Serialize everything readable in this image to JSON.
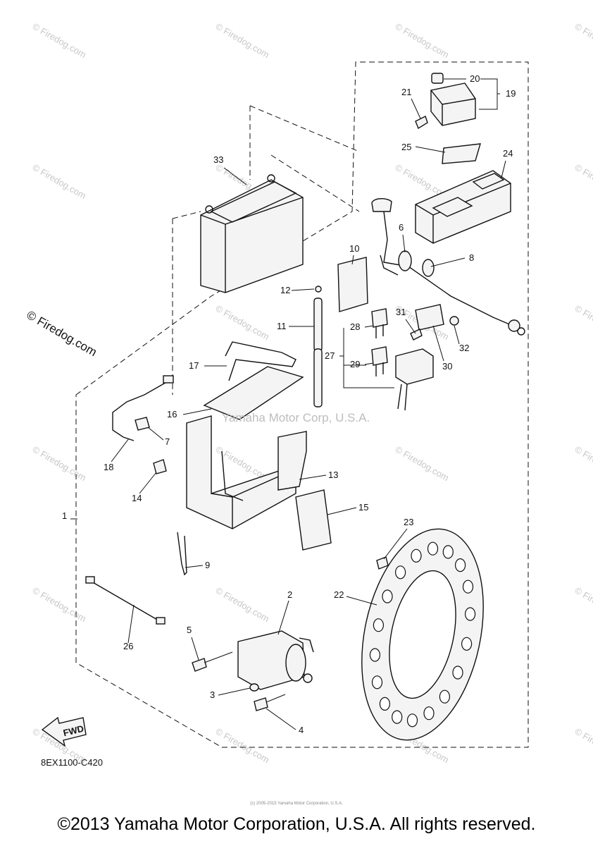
{
  "diagram": {
    "callouts": [
      {
        "id": "1",
        "label": "1"
      },
      {
        "id": "2",
        "label": "2"
      },
      {
        "id": "3",
        "label": "3"
      },
      {
        "id": "4",
        "label": "4"
      },
      {
        "id": "5",
        "label": "5"
      },
      {
        "id": "6",
        "label": "6"
      },
      {
        "id": "7",
        "label": "7"
      },
      {
        "id": "8",
        "label": "8"
      },
      {
        "id": "9",
        "label": "9"
      },
      {
        "id": "10",
        "label": "10"
      },
      {
        "id": "11",
        "label": "11"
      },
      {
        "id": "12",
        "label": "12"
      },
      {
        "id": "13",
        "label": "13"
      },
      {
        "id": "14",
        "label": "14"
      },
      {
        "id": "15",
        "label": "15"
      },
      {
        "id": "16",
        "label": "16"
      },
      {
        "id": "17",
        "label": "17"
      },
      {
        "id": "18",
        "label": "18"
      },
      {
        "id": "19",
        "label": "19"
      },
      {
        "id": "20",
        "label": "20"
      },
      {
        "id": "21",
        "label": "21"
      },
      {
        "id": "22",
        "label": "22"
      },
      {
        "id": "23",
        "label": "23"
      },
      {
        "id": "24",
        "label": "24"
      },
      {
        "id": "25",
        "label": "25"
      },
      {
        "id": "26",
        "label": "26"
      },
      {
        "id": "27",
        "label": "27"
      },
      {
        "id": "28",
        "label": "28"
      },
      {
        "id": "29",
        "label": "29"
      },
      {
        "id": "30",
        "label": "30"
      },
      {
        "id": "31",
        "label": "31"
      },
      {
        "id": "32",
        "label": "32"
      },
      {
        "id": "33",
        "label": "33"
      }
    ],
    "fwd_label": "FWD",
    "diagram_code": "8EX1100-C420",
    "center_watermark": "Yamaha Motor Corp, U.S.A.",
    "side_watermark": "© Firedog.com",
    "tile_watermark": "© Firedog.com",
    "tiny_copyright": "(c) 2005-2015 Yamaha Motor Corporation, U.S.A.",
    "caption": "©2013 Yamaha Motor Corporation, U.S.A. All rights reserved."
  }
}
